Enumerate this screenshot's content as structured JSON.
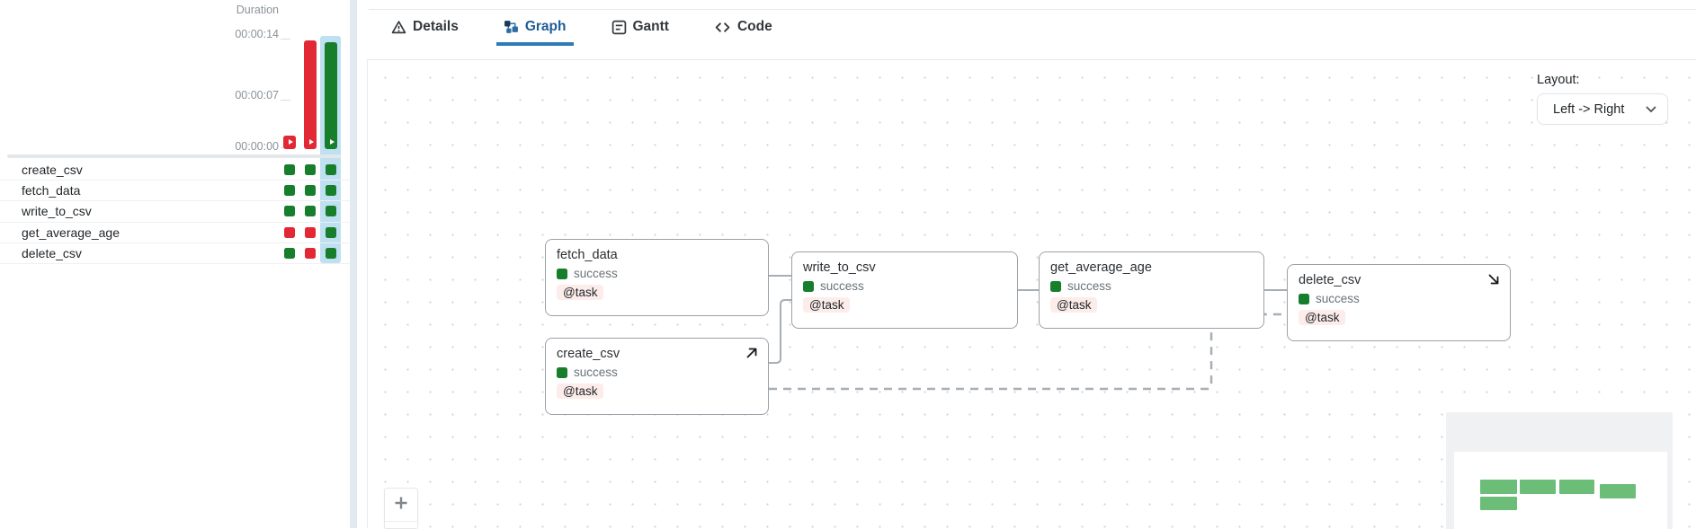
{
  "grid_panel": {
    "duration_label": "Duration",
    "axis_labels": [
      "00:00:14",
      "00:00:07",
      "00:00:00"
    ],
    "axis_max_seconds": 14,
    "runs": [
      {
        "state": "failed",
        "duration_seconds": 0.3,
        "selected": false
      },
      {
        "state": "failed",
        "duration_seconds": 14.0,
        "selected": false
      },
      {
        "state": "success",
        "duration_seconds": 13.8,
        "selected": true
      }
    ],
    "tasks": [
      {
        "name": "create_csv",
        "states": [
          "success",
          "success",
          "success"
        ]
      },
      {
        "name": "fetch_data",
        "states": [
          "success",
          "success",
          "success"
        ]
      },
      {
        "name": "write_to_csv",
        "states": [
          "success",
          "success",
          "success"
        ]
      },
      {
        "name": "get_average_age",
        "states": [
          "failed",
          "failed",
          "success"
        ]
      },
      {
        "name": "delete_csv",
        "states": [
          "success",
          "failed",
          "success"
        ]
      }
    ]
  },
  "tabs": [
    {
      "label": "Details",
      "icon": "warning-triangle-icon",
      "active": false
    },
    {
      "label": "Graph",
      "icon": "graph-icon",
      "active": true
    },
    {
      "label": "Gantt",
      "icon": "gantt-icon",
      "active": false
    },
    {
      "label": "Code",
      "icon": "code-icon",
      "active": false
    }
  ],
  "graph": {
    "layout_label": "Layout:",
    "layout_value": "Left -> Right",
    "nodes": [
      {
        "title": "fetch_data",
        "state": "success",
        "badge": "@task",
        "corner_icon": ""
      },
      {
        "title": "create_csv",
        "state": "success",
        "badge": "@task",
        "corner_icon": "arrow-up-right-icon"
      },
      {
        "title": "write_to_csv",
        "state": "success",
        "badge": "@task",
        "corner_icon": ""
      },
      {
        "title": "get_average_age",
        "state": "success",
        "badge": "@task",
        "corner_icon": ""
      },
      {
        "title": "delete_csv",
        "state": "success",
        "badge": "@task",
        "corner_icon": "arrow-down-right-icon"
      }
    ],
    "edges": [
      {
        "from": "fetch_data",
        "to": "write_to_csv",
        "style": "solid"
      },
      {
        "from": "create_csv",
        "to": "write_to_csv",
        "style": "solid"
      },
      {
        "from": "write_to_csv",
        "to": "get_average_age",
        "style": "solid"
      },
      {
        "from": "get_average_age",
        "to": "delete_csv",
        "style": "solid"
      },
      {
        "from": "create_csv",
        "to": "delete_csv",
        "style": "dashed"
      }
    ]
  },
  "colors": {
    "success_green": "#177e2c",
    "failed_red": "#e22834",
    "selected_column_blue": "#bfe0f1",
    "active_tab_blue": "#1d5c97",
    "tab_underline_blue": "#2f7bb7",
    "badge_pink": "#fcecea",
    "edge_gray": "#a7aeb5",
    "minimap_green": "#6cbd78"
  }
}
